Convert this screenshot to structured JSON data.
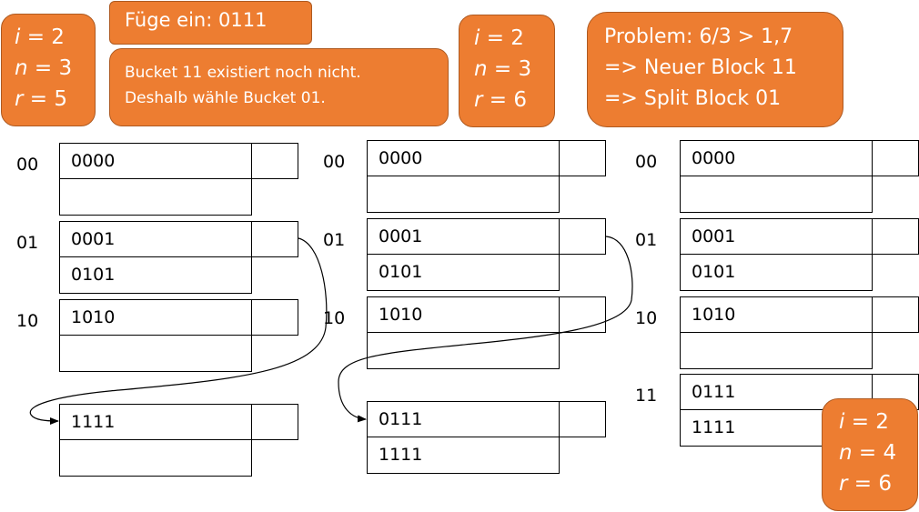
{
  "stat_boxes": [
    {
      "i_label": "i",
      "i_val": "= 2",
      "n_label": "n",
      "n_val": "= 3",
      "r_label": "r",
      "r_val": "= 5"
    },
    {
      "i_label": "i",
      "i_val": "= 2",
      "n_label": "n",
      "n_val": "= 3",
      "r_label": "r",
      "r_val": "= 6"
    },
    {
      "i_label": "i",
      "i_val": "= 2",
      "n_label": "n",
      "n_val": "= 4",
      "r_label": "r",
      "r_val": "= 6"
    }
  ],
  "insert_box": {
    "text": "Füge ein: 0111"
  },
  "note_box": {
    "line1": "Bucket 11 existiert noch nicht.",
    "line2": "Deshalb wähle Bucket 01."
  },
  "problem_box": {
    "line1": "Problem: 6/3 > 1,7",
    "line2": "=> Neuer Block 11",
    "line3": "=> Split Block 01"
  },
  "columns": [
    {
      "bucket_labels": [
        "00",
        "01",
        "10"
      ],
      "b00": [
        "0000",
        ""
      ],
      "b01": [
        "0001",
        "0101"
      ],
      "b10": [
        "1010",
        ""
      ],
      "overflow": [
        "1111",
        ""
      ]
    },
    {
      "bucket_labels": [
        "00",
        "01",
        "10"
      ],
      "b00": [
        "0000",
        ""
      ],
      "b01": [
        "0001",
        "0101"
      ],
      "b10": [
        "1010",
        ""
      ],
      "overflow": [
        "0111",
        "1111"
      ]
    },
    {
      "bucket_labels": [
        "00",
        "01",
        "10",
        "11"
      ],
      "b00": [
        "0000",
        ""
      ],
      "b01": [
        "0001",
        "0101"
      ],
      "b10": [
        "1010",
        ""
      ],
      "b11": [
        "0111",
        "1111"
      ]
    }
  ]
}
